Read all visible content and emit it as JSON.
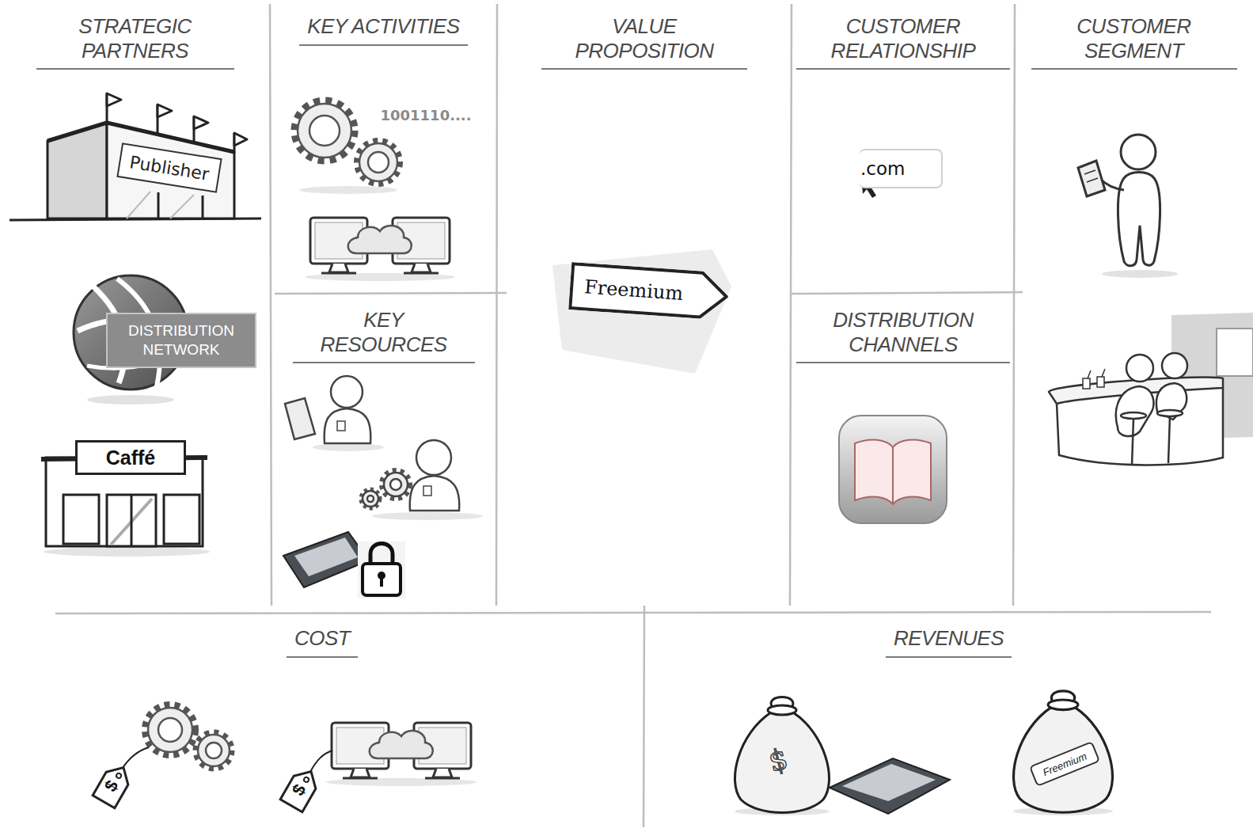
{
  "diagram": {
    "nodes": [
      {
        "text": [
          "STRATEGIC PARTNERS"
        ]
      },
      {
        "text": [
          "Publisher"
        ],
        "in": 0
      },
      {
        "text": [
          "DISTRIBUTION NETWORK"
        ],
        "in": 0
      },
      {
        "text": [
          "Caffé"
        ],
        "in": 0
      },
      {
        "text": [
          "KEY ACTIVITIES"
        ]
      },
      {
        "text": [
          "KEY RESOURCES"
        ]
      },
      {
        "text": [
          "VALUE PROPOSITION"
        ]
      },
      {
        "text": [
          "Freemium"
        ],
        "in": 6
      },
      {
        "text": [
          "CUSTOMER RELATIONSHIP"
        ]
      },
      {
        "text": [
          ".com"
        ],
        "in": 8
      },
      {
        "text": [
          "DISTRIBUTION CHANNELS"
        ]
      },
      {
        "text": [
          "CUSTOMER SEGMENT"
        ]
      },
      {
        "text": [
          "COST"
        ]
      },
      {
        "text": [
          "REVENUES"
        ]
      },
      {
        "text": [
          "Freemium"
        ],
        "in": 13
      }
    ],
    "labels": [
      "1001110....",
      "$",
      "$",
      "$"
    ]
  }
}
